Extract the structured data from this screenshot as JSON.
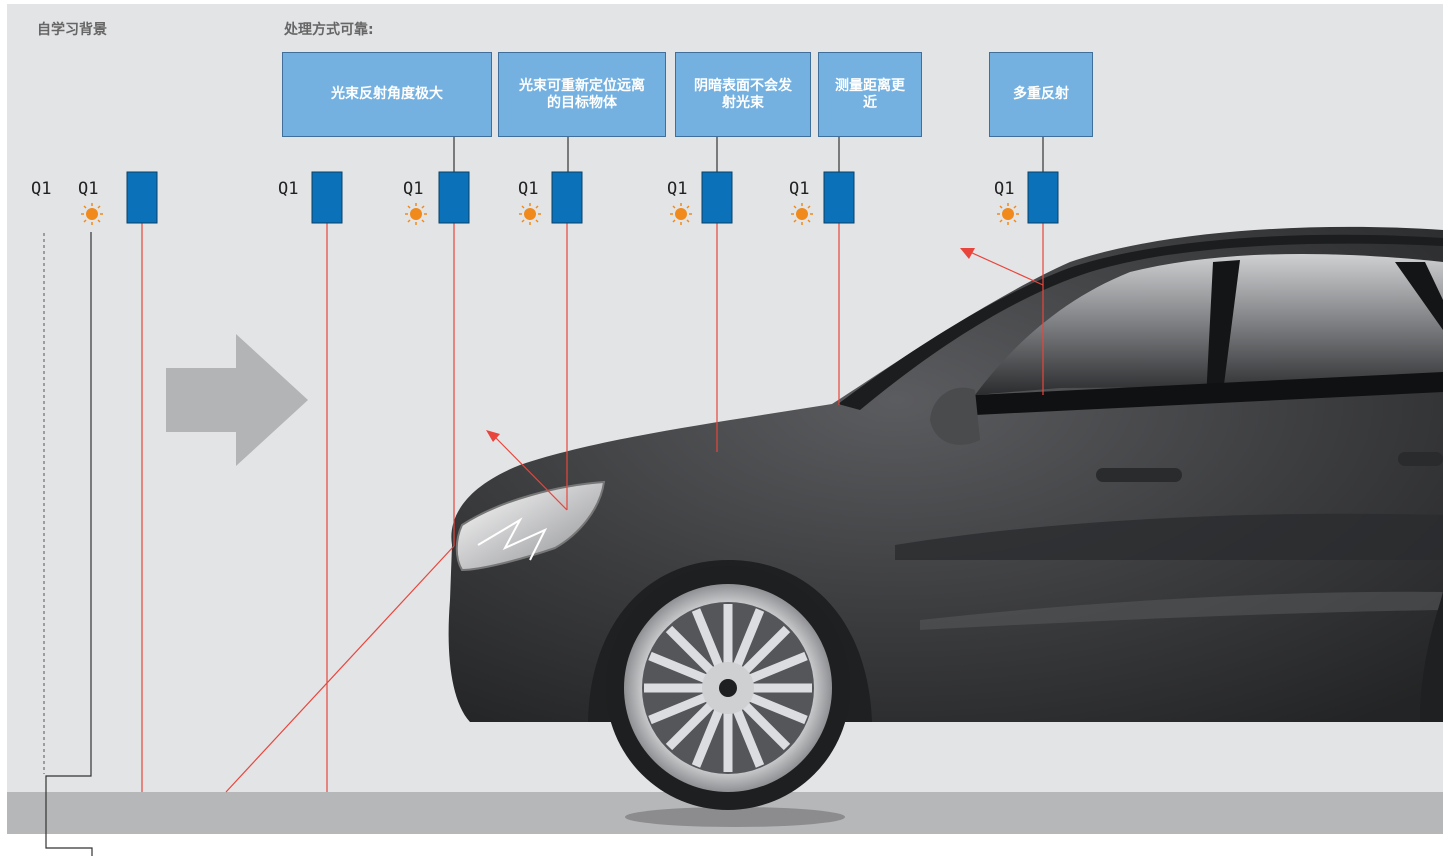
{
  "headings": {
    "self_learn": "自学习背景",
    "reliable": "处理方式可靠:"
  },
  "boxes": [
    {
      "label": "光束反射角度极大"
    },
    {
      "label": "光束可重新定位远离的目标物体"
    },
    {
      "label": "阴暗表面不会发射光束"
    },
    {
      "label": "测量距离更近"
    },
    {
      "label": "多重反射"
    }
  ],
  "sensor_label": "Q1",
  "colors": {
    "background": "#e3e4e6",
    "ground": "#b6b7b9",
    "box_fill": "#74b1e0",
    "sensor_blue": "#0b71b9",
    "beam_red": "#e8453c",
    "indicator_orange": "#f08a1c",
    "arrow_grey": "#b3b4b6",
    "car_body": "#3a3b3d"
  },
  "icons": [
    "sensor-icon",
    "indicator-light-icon",
    "arrow-right-icon",
    "car-illustration"
  ]
}
